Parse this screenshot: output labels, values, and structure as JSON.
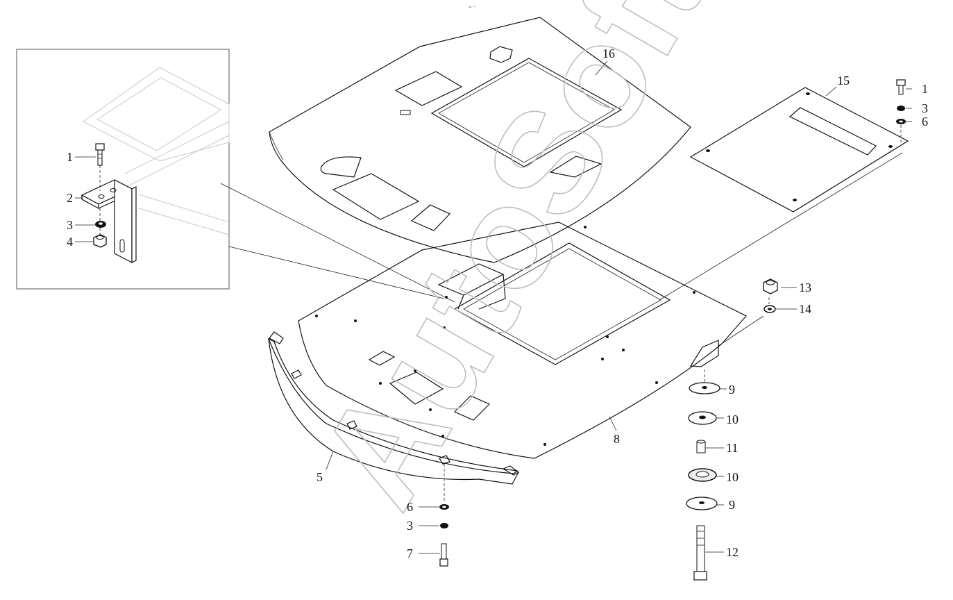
{
  "header_mark": "⊸ ···",
  "watermark": "AutoSoft",
  "callouts": [
    {
      "id": "c1-inset",
      "text": "1"
    },
    {
      "id": "c2-inset",
      "text": "2"
    },
    {
      "id": "c3-inset",
      "text": "3"
    },
    {
      "id": "c4-inset",
      "text": "4"
    },
    {
      "id": "c5",
      "text": "5"
    },
    {
      "id": "c6-bottom",
      "text": "6"
    },
    {
      "id": "c3-bottom",
      "text": "3"
    },
    {
      "id": "c7",
      "text": "7"
    },
    {
      "id": "c8",
      "text": "8"
    },
    {
      "id": "c9-upper",
      "text": "9"
    },
    {
      "id": "c10-upper",
      "text": "10"
    },
    {
      "id": "c11",
      "text": "11"
    },
    {
      "id": "c10-lower",
      "text": "10"
    },
    {
      "id": "c9-lower",
      "text": "9"
    },
    {
      "id": "c12",
      "text": "12"
    },
    {
      "id": "c13",
      "text": "13"
    },
    {
      "id": "c14",
      "text": "14"
    },
    {
      "id": "c15",
      "text": "15"
    },
    {
      "id": "c16",
      "text": "16"
    },
    {
      "id": "c1-right",
      "text": "1"
    },
    {
      "id": "c3-right",
      "text": "3"
    },
    {
      "id": "c6-right",
      "text": "6"
    }
  ]
}
